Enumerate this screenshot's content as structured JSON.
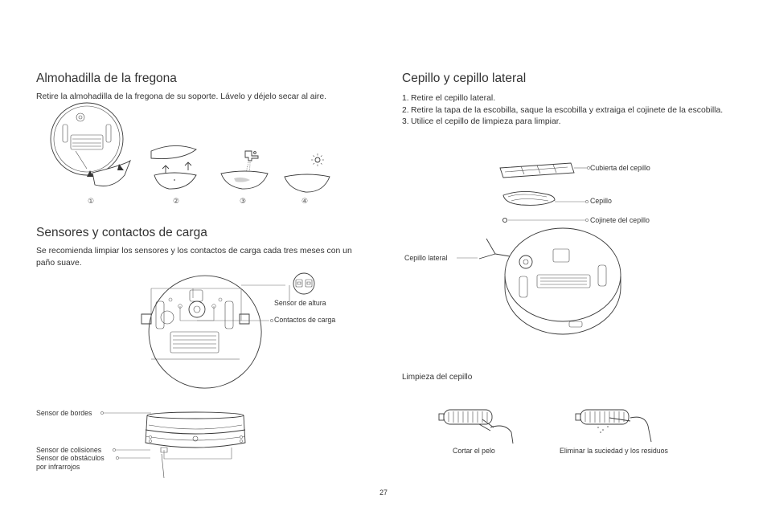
{
  "left": {
    "mop_title": "Almohadilla de la fregona",
    "mop_text": "Retire la almohadilla de la fregona de su soporte. Lávelo y déjelo secar al aire.",
    "mop_steps": [
      "①",
      "②",
      "③",
      "④"
    ],
    "sensors_title": "Sensores y contactos de carga",
    "sensors_text": "Se recomienda limpiar los sensores y los contactos de carga cada tres meses con un paño suave.",
    "labels": {
      "altura": "Sensor de altura",
      "contactos": "Contactos de carga",
      "bordes": "Sensor de bordes",
      "colisiones": "Sensor de colisiones",
      "obstaculos_1": "Sensor de obstáculos",
      "obstaculos_2": "por infrarrojos"
    }
  },
  "right": {
    "brush_title": "Cepillo y cepillo lateral",
    "steps": [
      {
        "n": "1.",
        "text": "Retire el cepillo lateral."
      },
      {
        "n": "2.",
        "text": "Retire la tapa de la escobilla, saque la escobilla y extraiga el cojinete de la escobilla."
      },
      {
        "n": "3.",
        "text": "Utilice el cepillo de limpieza para limpiar."
      }
    ],
    "labels": {
      "cubierta": "Cubierta del cepillo",
      "cepillo": "Cepillo",
      "cojinete": "Cojinete del cepillo",
      "lateral": "Cepillo lateral"
    },
    "cleaning_title": "Limpieza del cepillo",
    "cleaning_captions": [
      "Cortar el pelo",
      "Eliminar la suciedad y los residuos"
    ]
  },
  "page_number": "27"
}
